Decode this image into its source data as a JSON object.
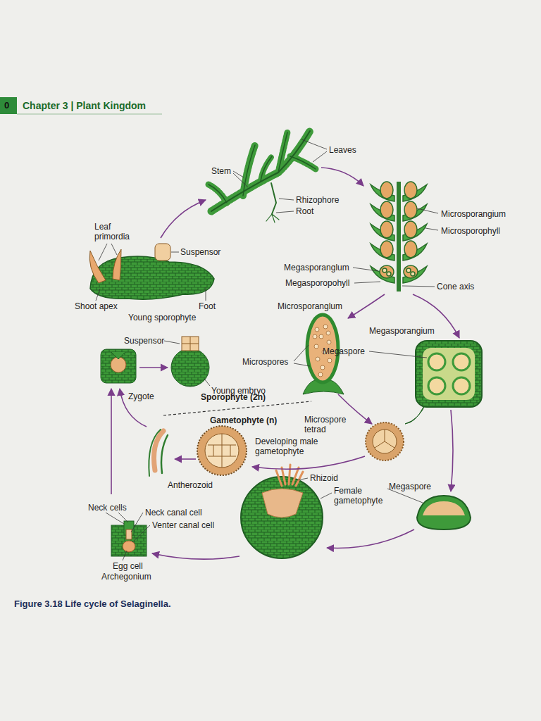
{
  "diagram": {
    "title": "Chapter 3 | Plant Kingdom",
    "caption": "Figure 3.18 Life cycle of Selaginella.",
    "labels": [
      "0",
      "Leaves",
      "Stem",
      "Rhizophore",
      "Root",
      "Microsporangium",
      "Microsporophyll",
      "Megasporanglum",
      "Megasporopohyll",
      "Cone axis",
      "Microsporanglum",
      "Megasporangium",
      "Megaspore",
      "Microspores",
      "Suspensor",
      "Young embryo",
      "Zygote",
      "Sporophyte (2n)",
      "Gametophyte (n)",
      "Microspore tetrad",
      "Developing male gametophyte",
      "Antherozoid",
      "Rhizoid",
      "Female gametophyte",
      "Megaspore",
      "Neck cells",
      "Neck canal cell",
      "Venter canal cell",
      "Egg cell",
      "Archegonium",
      "Leaf primordia",
      "Suspensor",
      "Shoot apex",
      "Foot",
      "Young sporophyte"
    ]
  }
}
